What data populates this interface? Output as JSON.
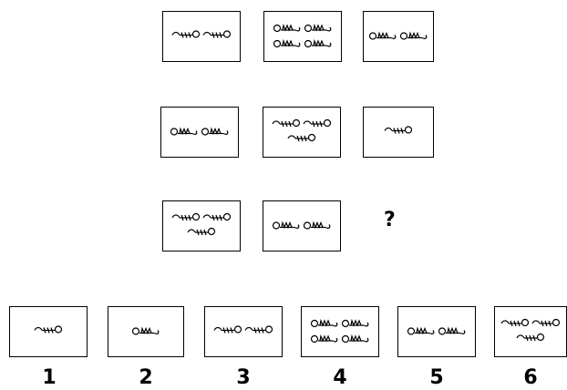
{
  "puzzle": {
    "rows": [
      [
        {
          "count": 2,
          "shape": "hook-curl"
        },
        {
          "count": 4,
          "shape": "wave-loop"
        },
        {
          "count": 2,
          "shape": "wave-loop"
        }
      ],
      [
        {
          "count": 2,
          "shape": "wave-loop"
        },
        {
          "count": 3,
          "shape": "hook-curl"
        },
        {
          "count": 1,
          "shape": "hook-curl"
        }
      ],
      [
        {
          "count": 3,
          "shape": "hook-curl"
        },
        {
          "count": 2,
          "shape": "wave-loop"
        }
      ]
    ],
    "missing_mark": "?",
    "options": [
      {
        "label": "1",
        "count": 1,
        "shape": "hook-curl"
      },
      {
        "label": "2",
        "count": 1,
        "shape": "wave-loop"
      },
      {
        "label": "3",
        "count": 2,
        "shape": "hook-curl"
      },
      {
        "label": "4",
        "count": 4,
        "shape": "wave-loop"
      },
      {
        "label": "5",
        "count": 2,
        "shape": "wave-loop"
      },
      {
        "label": "6",
        "count": 3,
        "shape": "hook-curl"
      }
    ]
  }
}
